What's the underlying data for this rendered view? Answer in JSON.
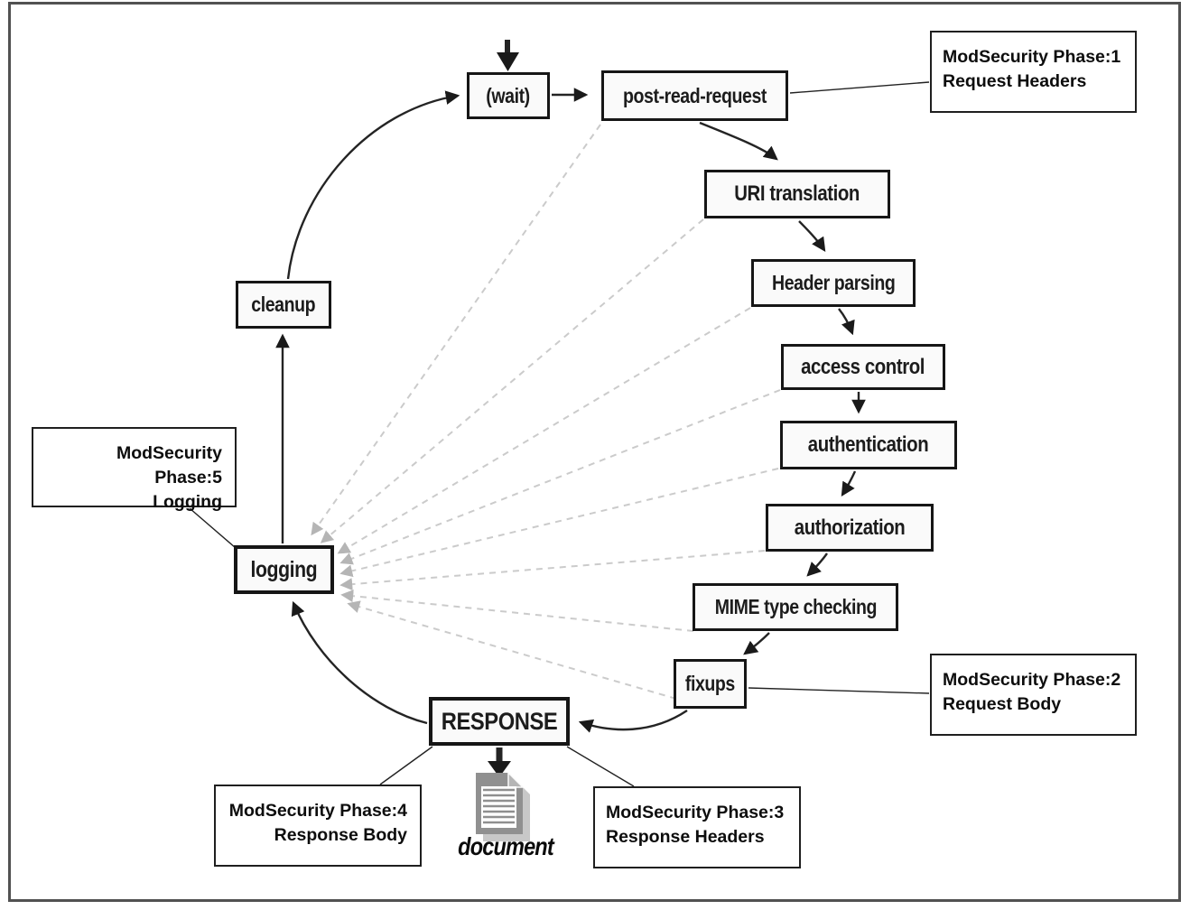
{
  "diagram": {
    "title_hint": "Apache request cycle with ModSecurity phases",
    "nodes": {
      "wait": "(wait)",
      "post_read_request": "post-read-request",
      "uri_translation": "URI translation",
      "header_parsing": "Header parsing",
      "access_control": "access control",
      "authentication": "authentication",
      "authorization": "authorization",
      "mime_type_checking": "MIME type checking",
      "fixups": "fixups",
      "response": "RESPONSE",
      "logging": "logging",
      "cleanup": "cleanup"
    },
    "annotations": {
      "phase1": {
        "line1": "ModSecurity Phase:1",
        "line2": "Request Headers"
      },
      "phase2": {
        "line1": "ModSecurity Phase:2",
        "line2": "Request Body"
      },
      "phase3": {
        "line1": "ModSecurity Phase:3",
        "line2": "Response Headers"
      },
      "phase4": {
        "line1": "ModSecurity Phase:4",
        "line2": "Response Body"
      },
      "phase5": {
        "line1": "ModSecurity Phase:5",
        "line2": "Logging"
      }
    },
    "document_label": "document",
    "colors": {
      "node_border": "#161616",
      "node_fill": "#fafafa",
      "arrow": "#242424",
      "dashed_line": "#cbcbcb",
      "dashed_arrowhead": "#b5b5b5",
      "frame_border": "#515151",
      "doc_page": "#909090",
      "doc_shadow": "#c8c8c8"
    }
  }
}
